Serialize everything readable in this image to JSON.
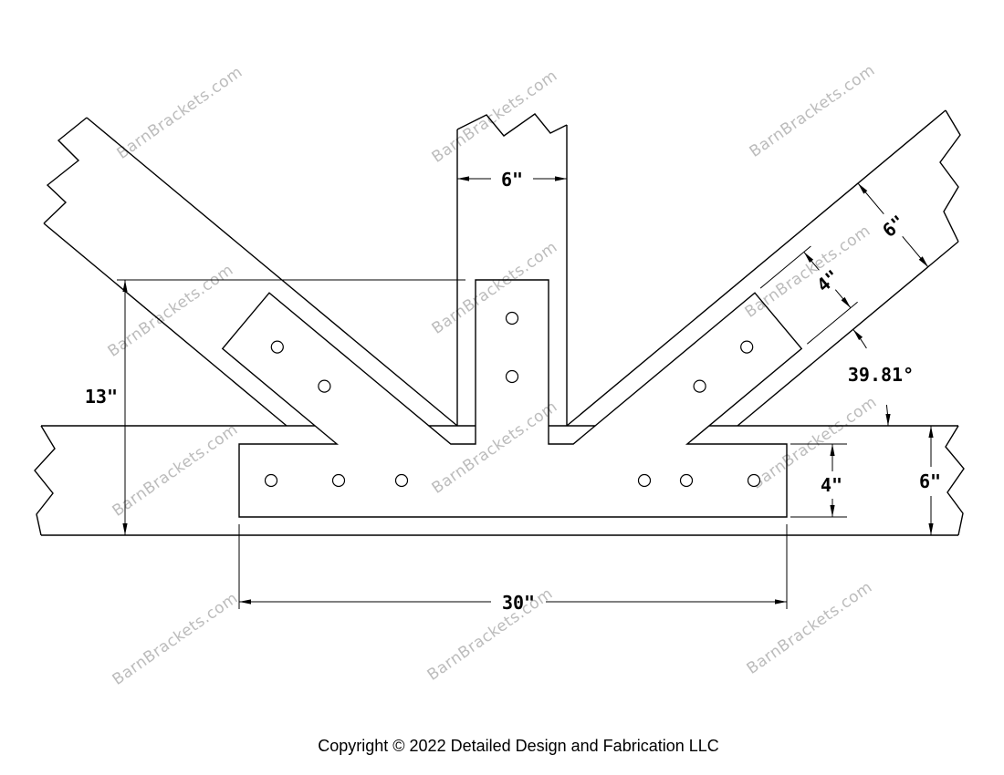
{
  "watermark": {
    "text": "BarnBrackets.com"
  },
  "footer": {
    "copyright": "Copyright © 2022 Detailed Design and Fabrication LLC"
  },
  "dimensions": {
    "post_width": "6\"",
    "brace_width": "6\"",
    "brace_bracket_width": "4\"",
    "brace_angle": "39.81°",
    "bracket_height_left": "13\"",
    "bracket_plate_height": "4\"",
    "beam_height": "6\"",
    "bracket_length": "30\""
  }
}
